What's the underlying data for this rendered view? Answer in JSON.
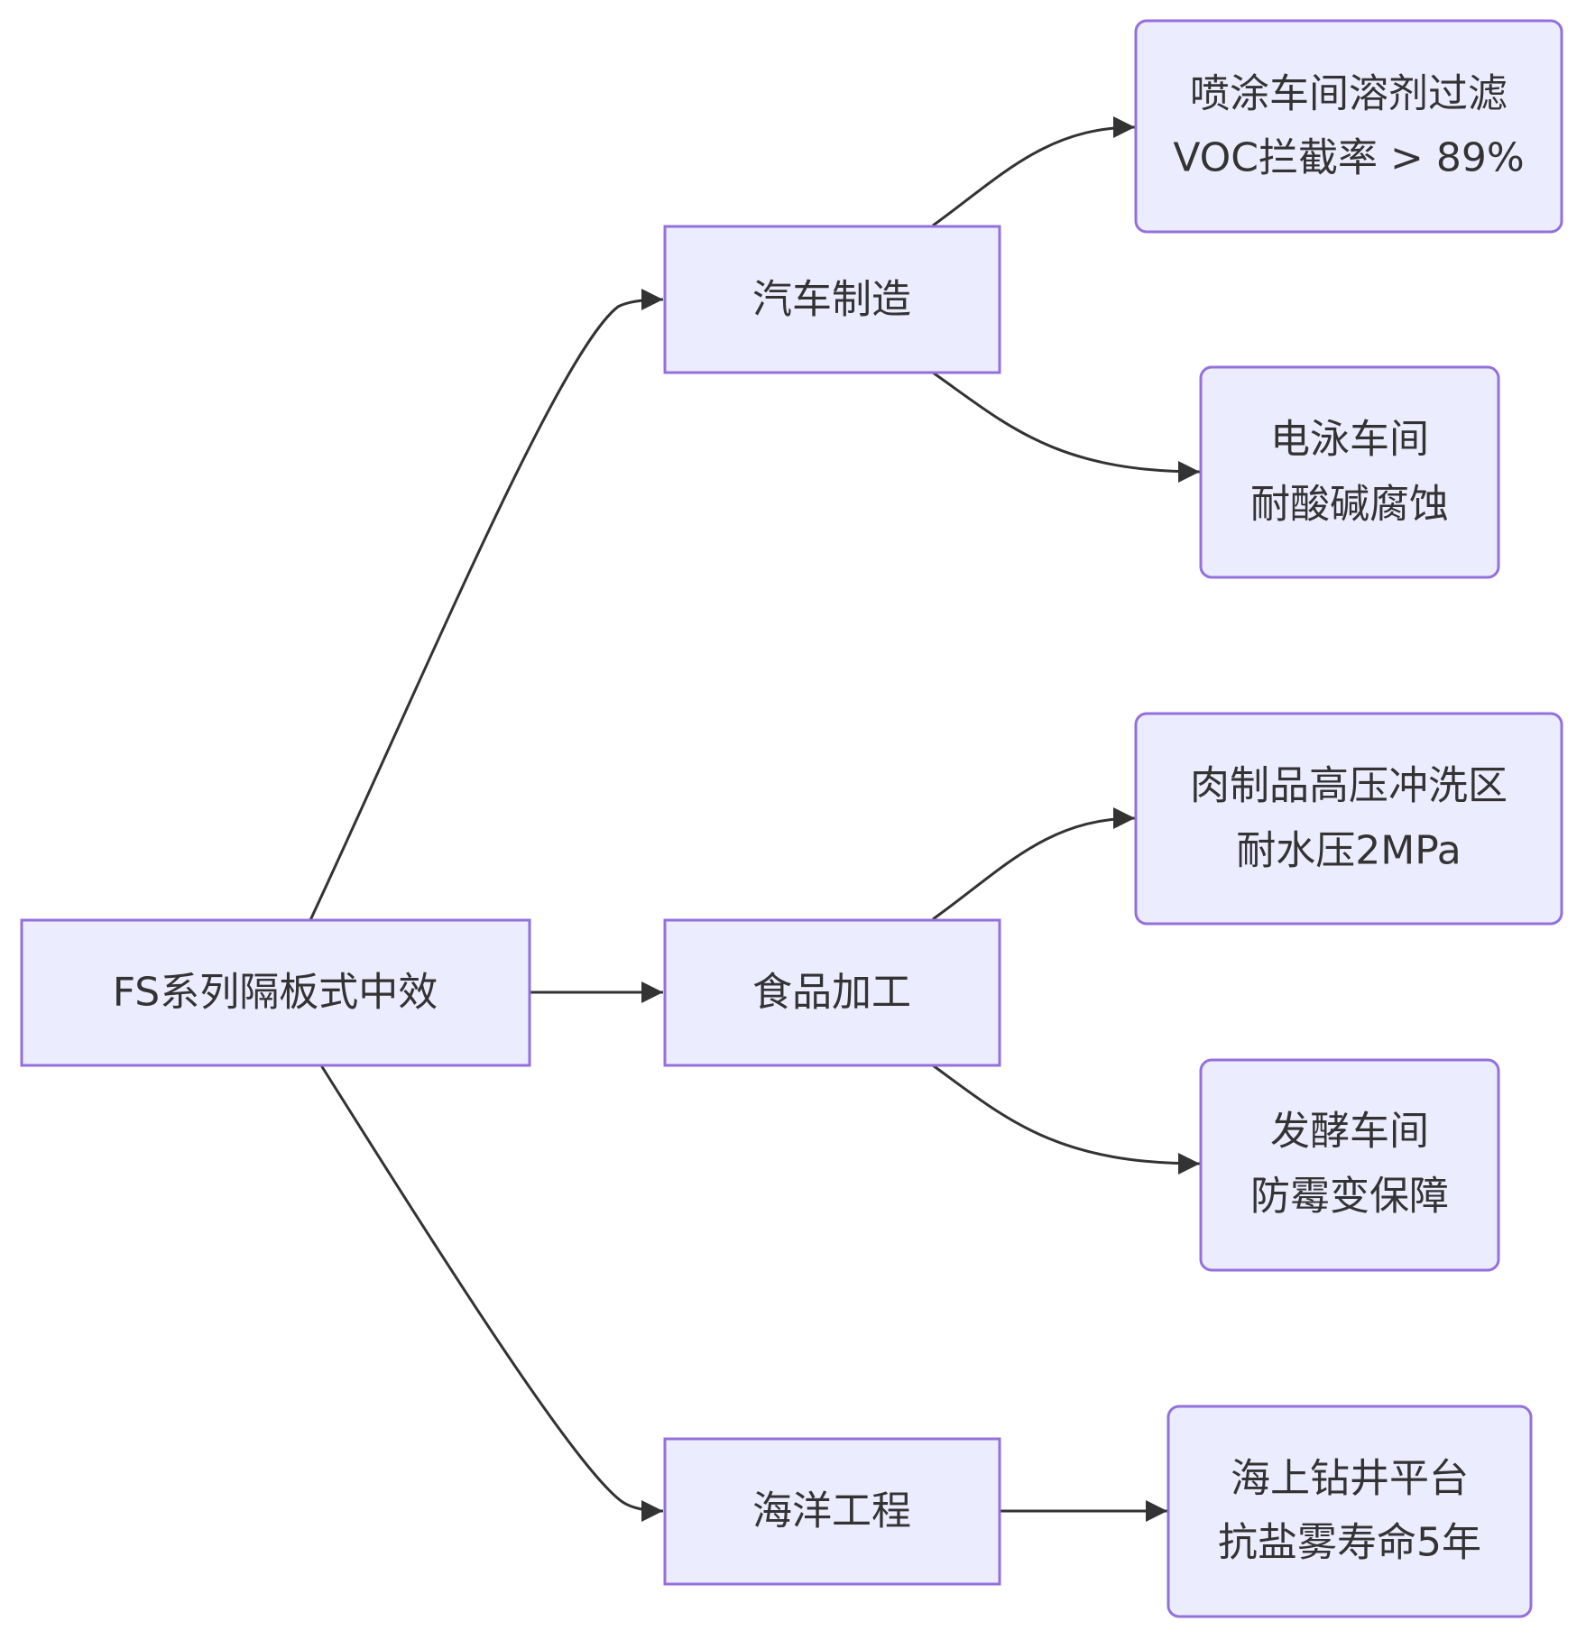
{
  "colors": {
    "node_fill": "#ECECFF",
    "node_border": "#9370DB",
    "edge": "#333333",
    "text": "#333333",
    "background": "#FFFFFF"
  },
  "nodes": {
    "root": {
      "lines": [
        "FS系列隔板式中效"
      ]
    },
    "auto": {
      "lines": [
        "汽车制造"
      ]
    },
    "food": {
      "lines": [
        "食品加工"
      ]
    },
    "marine": {
      "lines": [
        "海洋工程"
      ]
    },
    "spray": {
      "lines": [
        "喷涂车间溶剂过滤",
        "VOC拦截率 > 89%"
      ]
    },
    "electro": {
      "lines": [
        "电泳车间",
        "耐酸碱腐蚀"
      ]
    },
    "meat": {
      "lines": [
        "肉制品高压冲洗区",
        "耐水压2MPa"
      ]
    },
    "ferment": {
      "lines": [
        "发酵车间",
        "防霉变保障"
      ]
    },
    "offshore": {
      "lines": [
        "海上钻井平台",
        "抗盐雾寿命5年"
      ]
    }
  },
  "edges": [
    {
      "from": "root",
      "to": "auto"
    },
    {
      "from": "root",
      "to": "food"
    },
    {
      "from": "root",
      "to": "marine"
    },
    {
      "from": "auto",
      "to": "spray"
    },
    {
      "from": "auto",
      "to": "electro"
    },
    {
      "from": "food",
      "to": "meat"
    },
    {
      "from": "food",
      "to": "ferment"
    },
    {
      "from": "marine",
      "to": "offshore"
    }
  ]
}
